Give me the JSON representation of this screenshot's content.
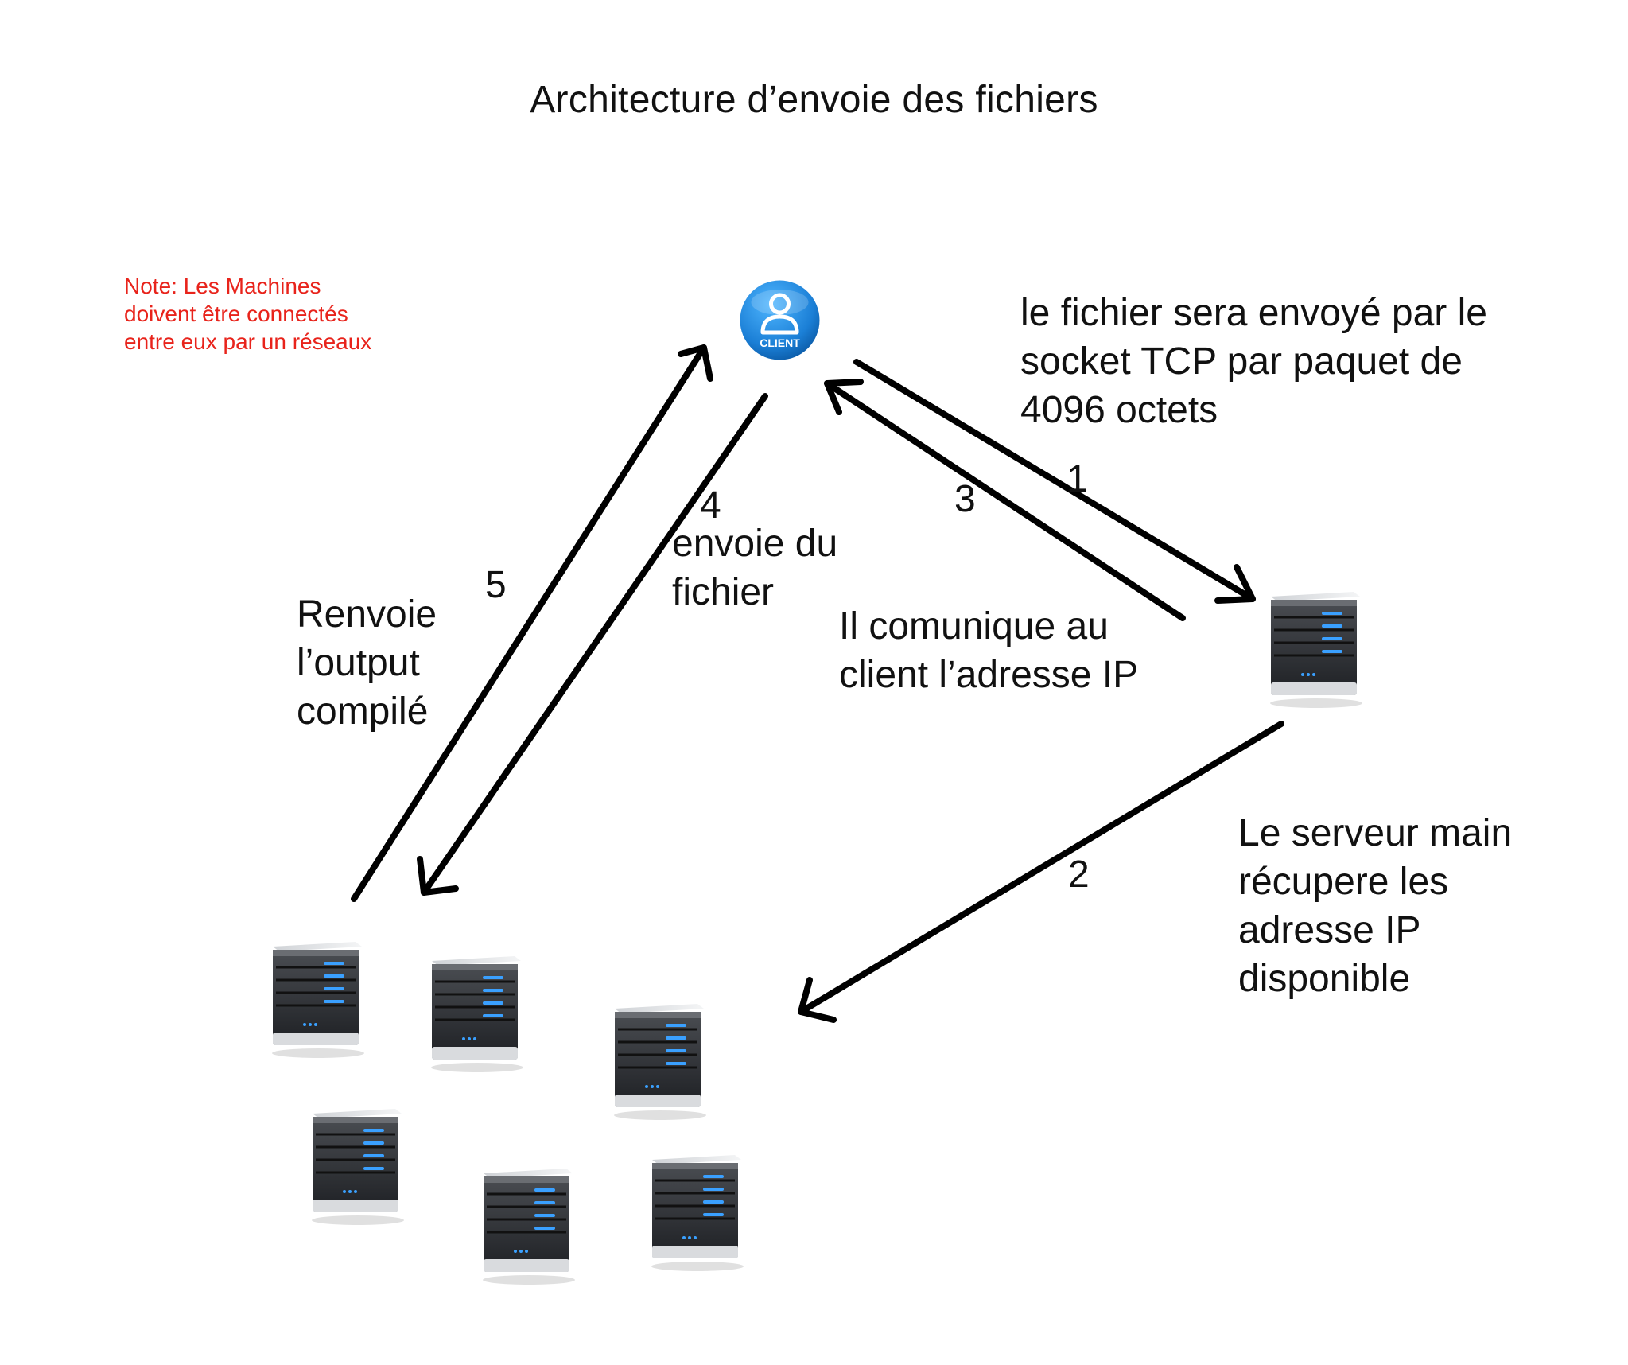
{
  "title": "Architecture d’envoie des fichiers",
  "note": "Note: Les Machines\ndoivent être connectés\nentre eux par un réseaux",
  "client": {
    "icon": "client-user-icon",
    "label": "CLIENT"
  },
  "main_server": {
    "icon": "server-icon"
  },
  "worker_servers": [
    {
      "icon": "server-icon"
    },
    {
      "icon": "server-icon"
    },
    {
      "icon": "server-icon"
    },
    {
      "icon": "server-icon"
    },
    {
      "icon": "server-icon"
    },
    {
      "icon": "server-icon"
    }
  ],
  "steps": [
    {
      "number": "1",
      "text": "le fichier sera envoyé par le\nsocket TCP  par paquet de\n4096 octets"
    },
    {
      "number": "2",
      "text": "Le serveur main\nrécupere les\nadresse IP\ndisponible"
    },
    {
      "number": "3",
      "text": "Il comunique au\nclient l’adresse IP"
    },
    {
      "number": "4",
      "text": "envoie du\nfichier"
    },
    {
      "number": "5",
      "text": "Renvoie\nl’output\ncompilé"
    }
  ],
  "colors": {
    "arrow": "#000000",
    "note": "#e8231b",
    "client_blue": "#1b7fd6",
    "server_body": "#3a3d42",
    "server_led": "#3aa0ff"
  }
}
